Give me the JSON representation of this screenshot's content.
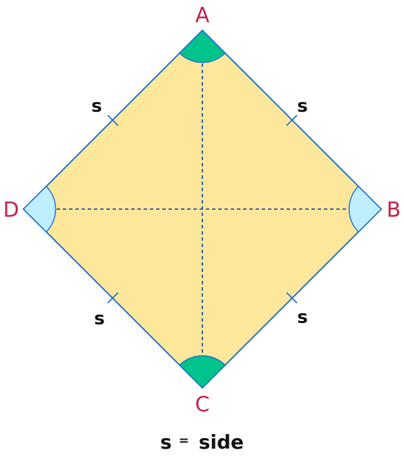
{
  "vertices": {
    "a": "A",
    "b": "B",
    "c": "C",
    "d": "D"
  },
  "side_labels": {
    "ab": "s",
    "bc": "s",
    "cd": "s",
    "da": "s"
  },
  "legend": {
    "symbol": "s",
    "equals": "=",
    "meaning": "side"
  },
  "colors": {
    "fill": "#fde79a",
    "outline": "#1f6fd1",
    "diagonal": "#1d4fa8",
    "angle_a_c": "#00c48c",
    "angle_b_d": "#bfefff",
    "vertex_text": "#c0244a",
    "side_text": "#111111"
  }
}
